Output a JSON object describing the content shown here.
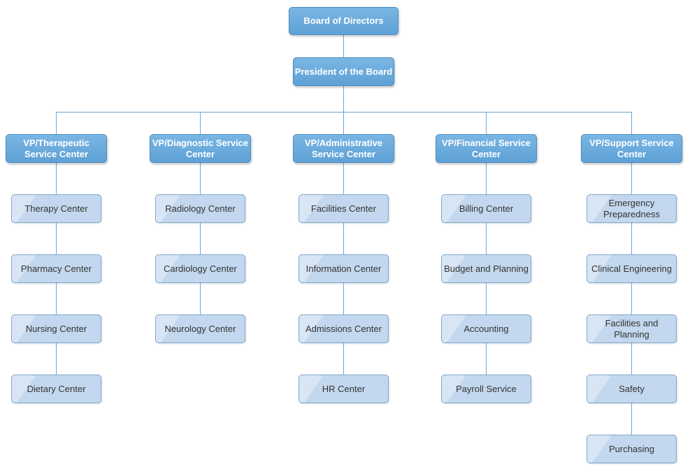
{
  "top": {
    "board": "Board of Directors",
    "president": "President of the Board"
  },
  "vps": [
    {
      "title": "VP/Therapeutic Service Center",
      "units": [
        "Therapy Center",
        "Pharmacy Center",
        "Nursing Center",
        "Dietary Center"
      ]
    },
    {
      "title": "VP/Diagnostic Service Center",
      "units": [
        "Radiology Center",
        "Cardiology Center",
        "Neurology Center"
      ]
    },
    {
      "title": "VP/Administrative Service Center",
      "units": [
        "Facilities Center",
        "Information Center",
        "Admissions Center",
        "HR Center"
      ]
    },
    {
      "title": "VP/Financial Service Center",
      "units": [
        "Billing Center",
        "Budget and Planning",
        "Accounting",
        "Payroll Service"
      ]
    },
    {
      "title": "VP/Support Service Center",
      "units": [
        "Emergency Preparedness",
        "Clinical Engineering",
        "Facilities and Planning",
        "Safety",
        "Purchasing"
      ]
    }
  ],
  "colors": {
    "head_fill": "#67a9dc",
    "unit_fill": "#c3d8ee",
    "connector": "#6fa7d4"
  }
}
